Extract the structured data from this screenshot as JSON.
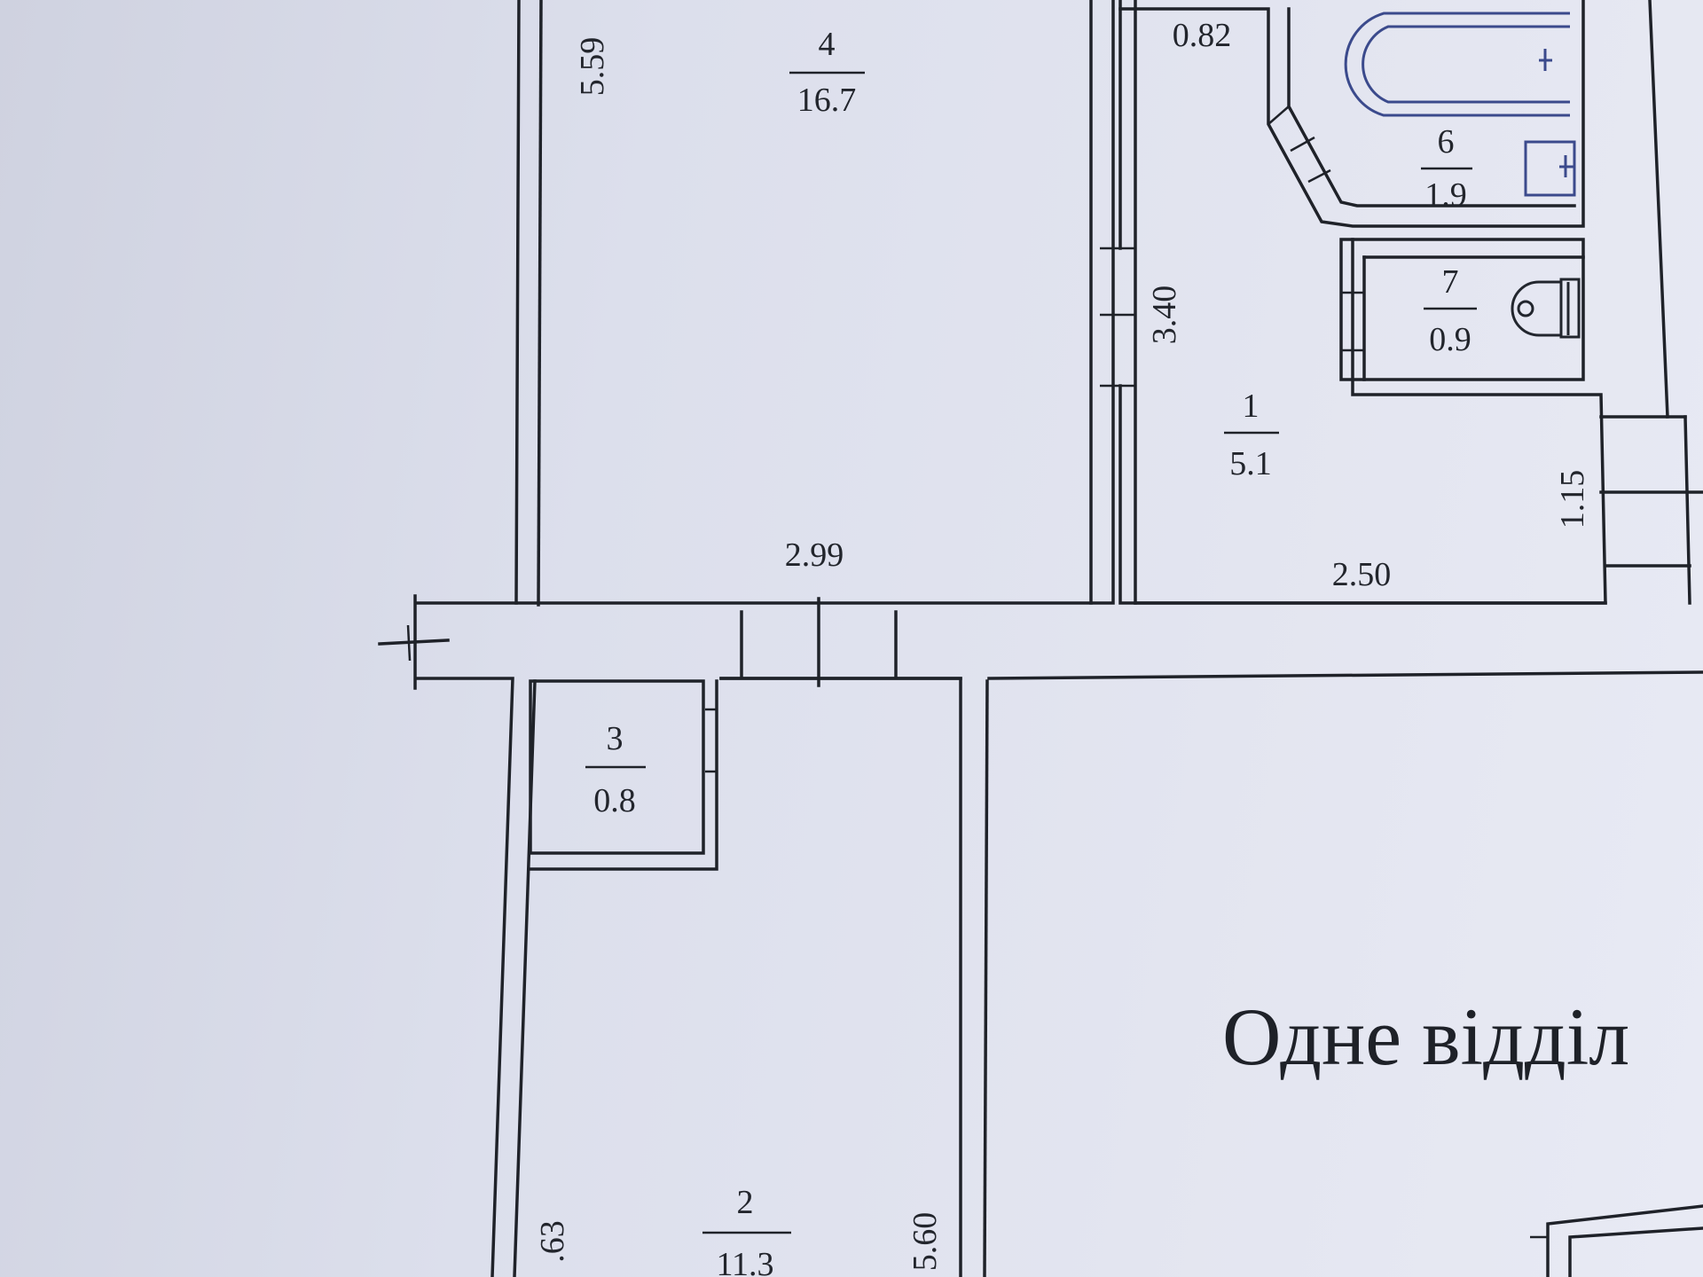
{
  "rooms": [
    {
      "number": "4",
      "area": "16.7"
    },
    {
      "number": "6",
      "area": "1.9"
    },
    {
      "number": "7",
      "area": "0.9"
    },
    {
      "number": "1",
      "area": "5.1"
    },
    {
      "number": "3",
      "area": "0.8"
    },
    {
      "number": "2",
      "area": "11.3"
    }
  ],
  "dimensions": {
    "room4_height": "5.59",
    "room4_width": "2.99",
    "corridor_top": "0.82",
    "room1_height": "3.40",
    "room1_width": "2.50",
    "entry_depth": "1.15",
    "room2_left": ".63",
    "room2_right": "5.60"
  },
  "caption": "Одне відділ",
  "colors": {
    "paper": "#dcdfec",
    "ink": "#1f2229",
    "fixture": "#3b4a8c"
  }
}
